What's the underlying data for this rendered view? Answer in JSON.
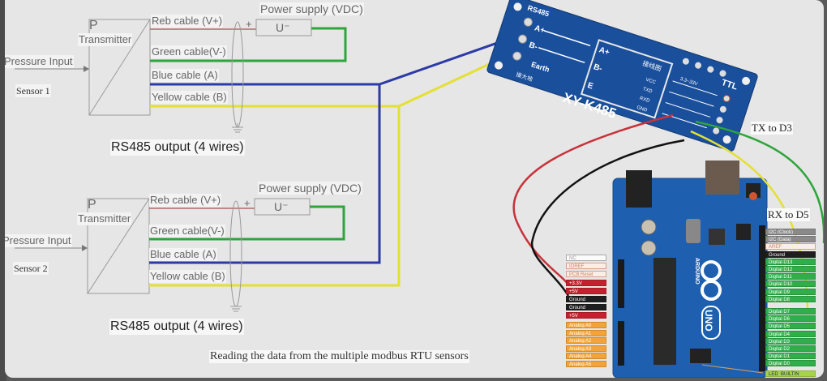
{
  "caption": "Reading the data from the multiple modbus RTU sensors",
  "sensors": [
    {
      "name": "Sensor 1",
      "input_label": "Pressure Input",
      "transmitter_symbol": "P",
      "transmitter_label": "Transmitter",
      "power_supply_label": "Power supply (VDC)",
      "power_symbol": "U⁻",
      "plus_sign": "+",
      "cables": [
        "Reb cable (V+)",
        "Green cable(V-)",
        "Blue cable (A)",
        "Yellow cable (B)"
      ],
      "output_label": "RS485 output (4 wires)"
    },
    {
      "name": "Sensor 2",
      "input_label": "Pressure Input",
      "transmitter_symbol": "P",
      "transmitter_label": "Transmitter",
      "power_supply_label": "Power supply (VDC)",
      "power_symbol": "U⁻",
      "plus_sign": "+",
      "cables": [
        "Reb cable (V+)",
        "Green cable(V-)",
        "Blue cable (A)",
        "Yellow cable (B)"
      ],
      "output_label": "RS485 output (4 wires)"
    }
  ],
  "rs485_module": {
    "model": "XY-K485",
    "header_label": "RS485",
    "ttl_label": "TTL",
    "terminals": [
      "A+",
      "B-",
      "Earth"
    ],
    "internal_labels": [
      "A+",
      "B-",
      "E"
    ],
    "ttl_pins": [
      "VCC",
      "TXD",
      "RXD",
      "GND"
    ],
    "vcc_note": "3.3~33V",
    "chinese_label": "接线图",
    "earth_cn": "接大地"
  },
  "connections": {
    "tx_label": "TX to D3",
    "rx_label": "RX to D5"
  },
  "arduino": {
    "brand": "ARDUINO",
    "model": "UNO",
    "power_pins": [
      {
        "label": "NC",
        "style": "white"
      },
      {
        "label": "IOREF",
        "style": "peach"
      },
      {
        "label": "PCB Reset",
        "style": "peach"
      },
      {
        "label": "+3.3V",
        "style": "red"
      },
      {
        "label": "+5V",
        "style": "red"
      },
      {
        "label": "Ground",
        "style": "black"
      },
      {
        "label": "Ground",
        "style": "black"
      },
      {
        "label": "+5V",
        "style": "red"
      }
    ],
    "analog_pins": [
      "Analog A0",
      "Analog A1",
      "Analog A2",
      "Analog A3",
      "Analog A4",
      "Analog A5"
    ],
    "digital_pins": [
      {
        "label": "I2C (Clock)",
        "style": "grey"
      },
      {
        "label": "I2C (Data)",
        "style": "grey"
      },
      {
        "label": "AREF",
        "style": "peach"
      },
      {
        "label": "Ground",
        "style": "black"
      },
      {
        "label": "Digital D13",
        "style": "green"
      },
      {
        "label": "Digital D12",
        "style": "green"
      },
      {
        "label": "Digital D11",
        "style": "green"
      },
      {
        "label": "Digital D10",
        "style": "green"
      },
      {
        "label": "Digital D9",
        "style": "green"
      },
      {
        "label": "Digital D8",
        "style": "green"
      },
      {
        "label": "Digital D7",
        "style": "green"
      },
      {
        "label": "Digital D6",
        "style": "green"
      },
      {
        "label": "Digital D5",
        "style": "green"
      },
      {
        "label": "Digital D4",
        "style": "green"
      },
      {
        "label": "Digital D3",
        "style": "green"
      },
      {
        "label": "Digital D2",
        "style": "green"
      },
      {
        "label": "Digital D1",
        "style": "green"
      },
      {
        "label": "Digital D0",
        "style": "green"
      }
    ],
    "led_label": "LED_BUILTIN"
  },
  "colors": {
    "red_wire": "#c9323a",
    "green_wire": "#2ea43c",
    "blue_wire": "#2b3aa6",
    "yellow_wire": "#e4e033",
    "board_blue": "#1f5fb0",
    "module_blue": "#1a4f9c"
  }
}
